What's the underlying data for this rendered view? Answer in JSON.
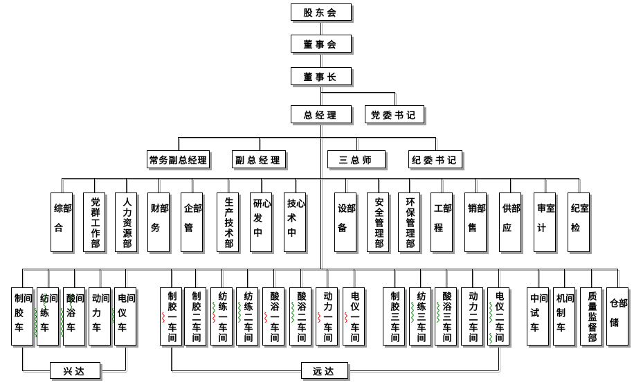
{
  "org": {
    "top": {
      "shareholders": "股东会",
      "board": "董事会",
      "chairman": "董事长",
      "general_manager": "总经理",
      "party_secretary": "党委书记"
    },
    "executives": [
      {
        "label": "常务副总经理"
      },
      {
        "label": "副总经理"
      },
      {
        "label": "三总师"
      },
      {
        "label": "纪委书记"
      }
    ],
    "departments": [
      {
        "label": "综合部"
      },
      {
        "label": "党群工作部"
      },
      {
        "label": "人力资源部"
      },
      {
        "label": "财务部"
      },
      {
        "label": "企管部"
      },
      {
        "label": "生产技术部"
      },
      {
        "label": "研发中心"
      },
      {
        "label": "技术中心"
      },
      {
        "label": "设备部"
      },
      {
        "label": "安全管理部"
      },
      {
        "label": "环保管理部"
      },
      {
        "label": "工程部"
      },
      {
        "label": "销售部"
      },
      {
        "label": "供应部"
      },
      {
        "label": "审计室"
      },
      {
        "label": "纪检室"
      }
    ],
    "workshops": {
      "xingda": [
        {
          "segs": [
            {
              "t": "制胶车间"
            }
          ]
        },
        {
          "segs": [
            {
              "t": "纺"
            },
            {
              "t": "练车间",
              "w": "green"
            }
          ]
        },
        {
          "segs": [
            {
              "t": "酸"
            },
            {
              "t": "浴车间",
              "w": "green"
            }
          ]
        },
        {
          "segs": [
            {
              "t": "动力车间"
            }
          ]
        },
        {
          "segs": [
            {
              "t": "电"
            },
            {
              "t": "仪",
              "w": "green"
            },
            {
              "t": "车间"
            }
          ]
        }
      ],
      "yuanda_left": [
        {
          "segs": [
            {
              "t": "制胶"
            },
            {
              "t": "一",
              "w": "red"
            },
            {
              "t": "车间"
            }
          ]
        },
        {
          "segs": [
            {
              "t": "制胶二车间"
            }
          ]
        },
        {
          "segs": [
            {
              "t": "纺"
            },
            {
              "t": "练",
              "w": "green"
            },
            {
              "t": "一",
              "w": "red"
            },
            {
              "t": "车间"
            }
          ]
        },
        {
          "segs": [
            {
              "t": "纺"
            },
            {
              "t": "练二",
              "w": "green"
            },
            {
              "t": "车间"
            }
          ]
        },
        {
          "segs": [
            {
              "t": "酸浴"
            },
            {
              "t": "一",
              "w": "red"
            },
            {
              "t": "车间"
            }
          ]
        },
        {
          "segs": [
            {
              "t": "酸"
            },
            {
              "t": "浴二",
              "w": "green"
            },
            {
              "t": "车间"
            }
          ]
        },
        {
          "segs": [
            {
              "t": "动力"
            },
            {
              "t": "一",
              "w": "red"
            },
            {
              "t": "车间"
            }
          ]
        },
        {
          "segs": [
            {
              "t": "电仪"
            },
            {
              "t": "一",
              "w": "red"
            },
            {
              "t": "车间"
            }
          ]
        }
      ],
      "yuanda_right": [
        {
          "segs": [
            {
              "t": "制胶三车间"
            }
          ]
        },
        {
          "segs": [
            {
              "t": "纺"
            },
            {
              "t": "练三",
              "w": "green"
            },
            {
              "t": "车间"
            }
          ]
        },
        {
          "segs": [
            {
              "t": "酸"
            },
            {
              "t": "浴三",
              "w": "green"
            },
            {
              "t": "车间"
            }
          ]
        },
        {
          "segs": [
            {
              "t": "动力二车间"
            }
          ]
        },
        {
          "segs": [
            {
              "t": "电"
            },
            {
              "t": "仪二",
              "w": "green"
            },
            {
              "t": "车"
            },
            {
              "t": "间",
              "w": "green"
            }
          ]
        }
      ],
      "independent": [
        {
          "segs": [
            {
              "t": "中试车间"
            }
          ]
        },
        {
          "segs": [
            {
              "t": "机制车间"
            }
          ]
        },
        {
          "segs": [
            {
              "t": "质量监督部"
            }
          ]
        },
        {
          "segs": [
            {
              "t": "仓储部"
            }
          ]
        }
      ]
    },
    "groups": {
      "xingda": "兴达",
      "yuanda": "远达"
    }
  },
  "colors": {
    "background": "#ffffff",
    "box_fill": "#ffffff",
    "box_border": "#000000",
    "box_shadow": "#9e9e9e",
    "connector": "#000000",
    "spellcheck_red": "#ff0000",
    "grammar_green": "#008000"
  }
}
